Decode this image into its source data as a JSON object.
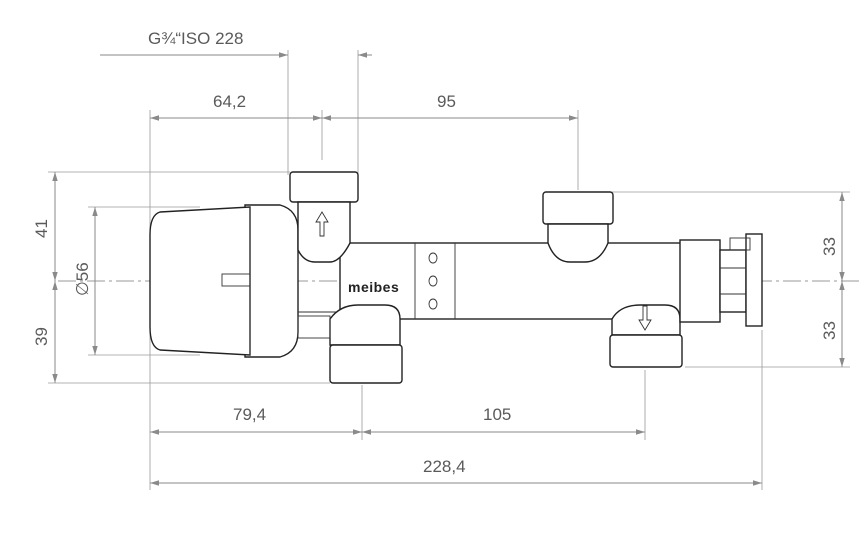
{
  "dimensions": {
    "thread_label": "G¾“ISO 228",
    "d_64_2": "64,2",
    "d_95": "95",
    "d_41": "41",
    "d_56": "∅56",
    "d_39": "39",
    "d_79_4": "79,4",
    "d_105": "105",
    "d_228_4": "228,4",
    "d_33_top": "33",
    "d_33_bottom": "33"
  },
  "brand": "meibes"
}
